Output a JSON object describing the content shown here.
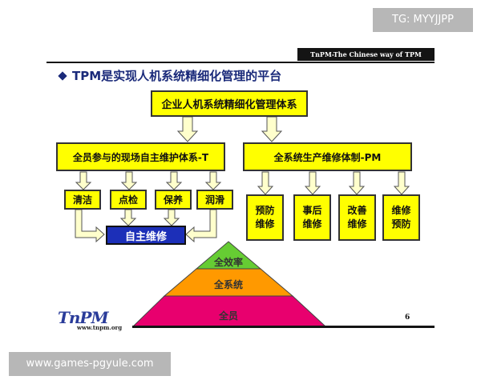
{
  "banner": "TnPM-The Chinese way of TPM",
  "title": "TPM是实现人机系统精细化管理的平台",
  "top_box": "企业人机系统精细化管理体系",
  "left_system": "全员参与的现场自主维护体系-T",
  "right_system": "全系统生产维修体制-PM",
  "left_items": [
    "清洁",
    "点检",
    "保养",
    "润滑"
  ],
  "self_maintenance": "自主维修",
  "right_items": [
    {
      "line1": "预防",
      "line2": "维修"
    },
    {
      "line1": "事后",
      "line2": "维修"
    },
    {
      "line1": "改善",
      "line2": "维修"
    },
    {
      "line1": "维修",
      "line2": "预防"
    }
  ],
  "pyramid": {
    "top": "全效率",
    "middle": "全系统",
    "bottom": "全员",
    "colors": {
      "top": "#66cc33",
      "middle": "#ff9900",
      "bottom": "#e8006e"
    }
  },
  "logo": {
    "text": "TnPM",
    "url": "www.tnpm.org"
  },
  "page_number": "6",
  "watermark_top": "TG: MYYJJPP",
  "watermark_bottom": "www.games-pgyule.com",
  "colors": {
    "box": "#ffff00",
    "blue_box": "#1c2fb8",
    "title": "#1a2a7a"
  }
}
